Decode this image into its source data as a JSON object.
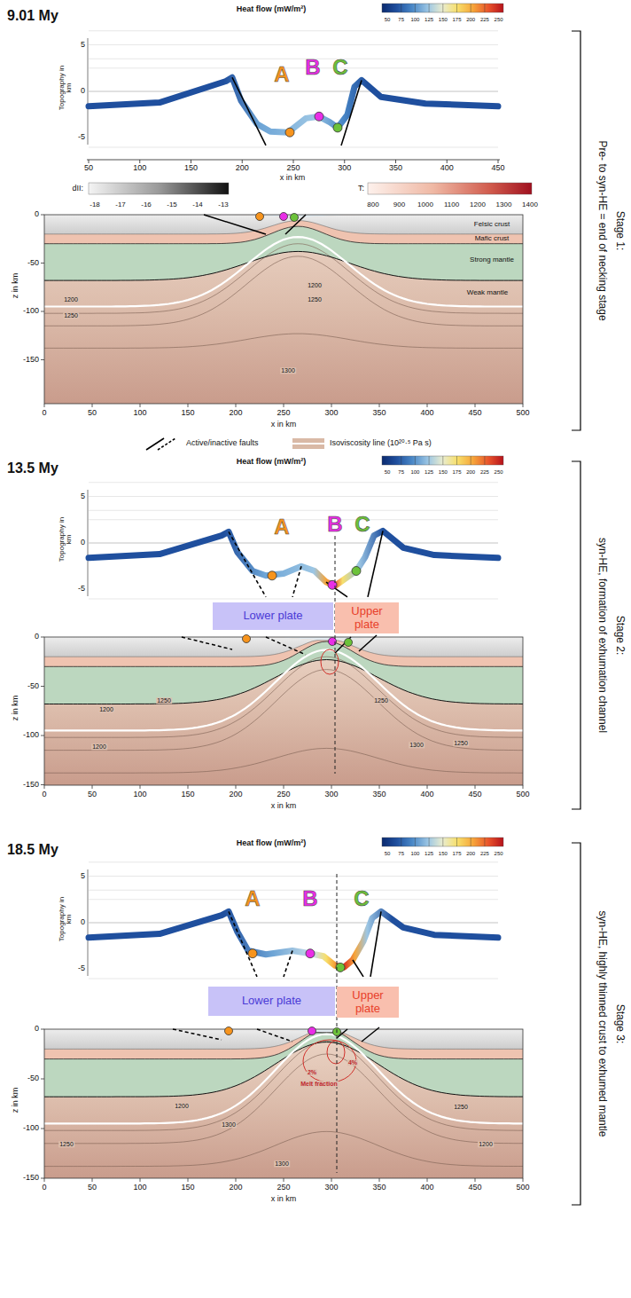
{
  "diagram": {
    "nodes": [
      {
        "text": [
          "Lower plate"
        ]
      },
      {
        "text": [
          "Upper plate"
        ]
      },
      {
        "text": [
          "Lower plate"
        ]
      },
      {
        "text": [
          "Upper plate"
        ]
      }
    ],
    "labels": [
      "9.01 My",
      "Heat flow (mW/m²)",
      "50",
      "75",
      "100",
      "125",
      "150",
      "175",
      "200",
      "225",
      "250",
      "Topography in km",
      "5",
      "0",
      "-5",
      "50",
      "100",
      "150",
      "200",
      "250",
      "300",
      "350",
      "400",
      "450",
      "x in km",
      "A",
      "B",
      "C",
      "dII:",
      "-18",
      "-17",
      "-16",
      "-15",
      "-14",
      "-13",
      "T:",
      "800",
      "900",
      "1000",
      "1100",
      "1200",
      "1300",
      "1400",
      "0",
      "-50",
      "-100",
      "-150",
      "z in km",
      "0",
      "50",
      "100",
      "150",
      "200",
      "250",
      "300",
      "350",
      "400",
      "450",
      "500",
      "x in km",
      "Felsic crust",
      "Mafic crust",
      "Strong mantle",
      "Weak mantle",
      "1200",
      "1250",
      "1200",
      "1250",
      "1300",
      "Stage 1:",
      "Pre- to syn-HE = end of necking stage",
      "13.5 My",
      "Heat flow (mW/m²)",
      "50",
      "75",
      "100",
      "125",
      "150",
      "175",
      "200",
      "225",
      "250",
      "Topography in km",
      "5",
      "0",
      "-5",
      "A",
      "B",
      "C",
      "0",
      "-50",
      "-100",
      "-150",
      "z in km",
      "0",
      "50",
      "100",
      "150",
      "200",
      "250",
      "300",
      "350",
      "400",
      "450",
      "500",
      "x in km",
      "1200",
      "1250",
      "1200",
      "1250",
      "1300",
      "1250",
      "Stage 2:",
      "syn-HE, formation of exhumation channel",
      "18.5 My",
      "Heat flow (mW/m²)",
      "50",
      "75",
      "100",
      "125",
      "150",
      "175",
      "200",
      "225",
      "250",
      "Topography in km",
      "5",
      "0",
      "-5",
      "A",
      "B",
      "C",
      "0",
      "-50",
      "-100",
      "-150",
      "z in km",
      "0",
      "50",
      "100",
      "150",
      "200",
      "250",
      "300",
      "350",
      "400",
      "450",
      "500",
      "x in km",
      "4%",
      "2%",
      "Melt fraction",
      "1200",
      "1300",
      "1250",
      "1250",
      "1200",
      "1300",
      "Stage 3:",
      "syn-HE, highly thinned crust to exhumed mantle"
    ],
    "legend": [
      {
        "text": "Active/inactive faults"
      },
      {
        "text": "Isoviscosity line (10²⁰·⁵ Pa s)"
      }
    ]
  }
}
